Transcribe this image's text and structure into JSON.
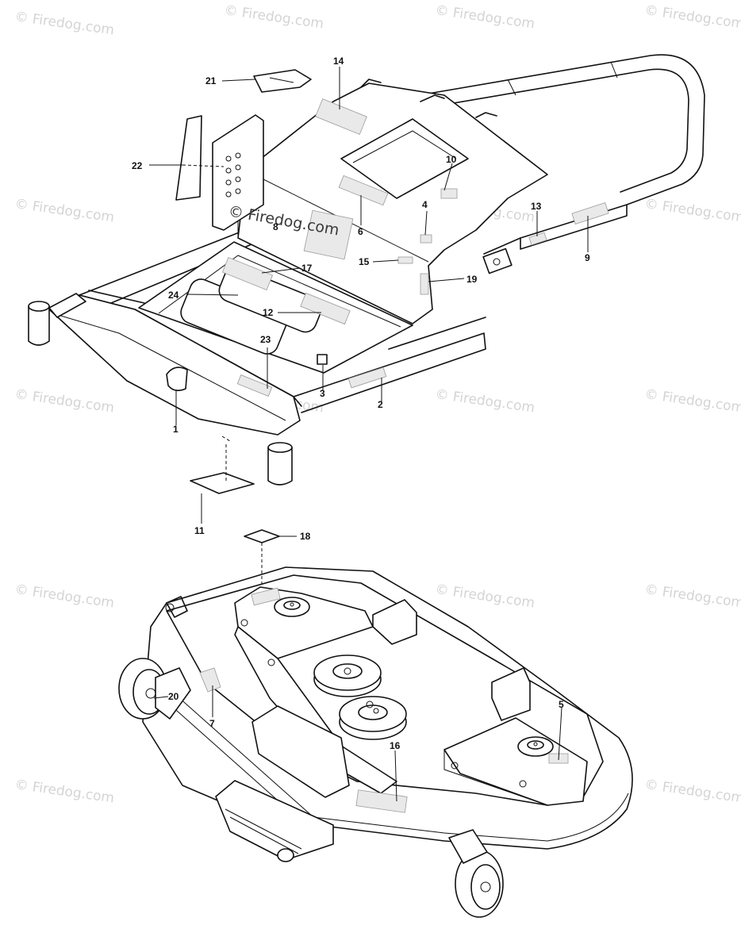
{
  "watermark": {
    "text": "© Firedog.com"
  },
  "center_watermark": "© Firedog.com",
  "callouts": {
    "c1": "1",
    "c2": "2",
    "c3": "3",
    "c4": "4",
    "c5": "5",
    "c6": "6",
    "c7": "7",
    "c8": "8",
    "c9": "9",
    "c10": "10",
    "c11": "11",
    "c12": "12",
    "c13": "13",
    "c14": "14",
    "c15": "15",
    "c16": "16",
    "c17": "17",
    "c18": "18",
    "c19": "19",
    "c20": "20",
    "c21": "21",
    "c22": "22",
    "c23": "23",
    "c24": "24"
  }
}
